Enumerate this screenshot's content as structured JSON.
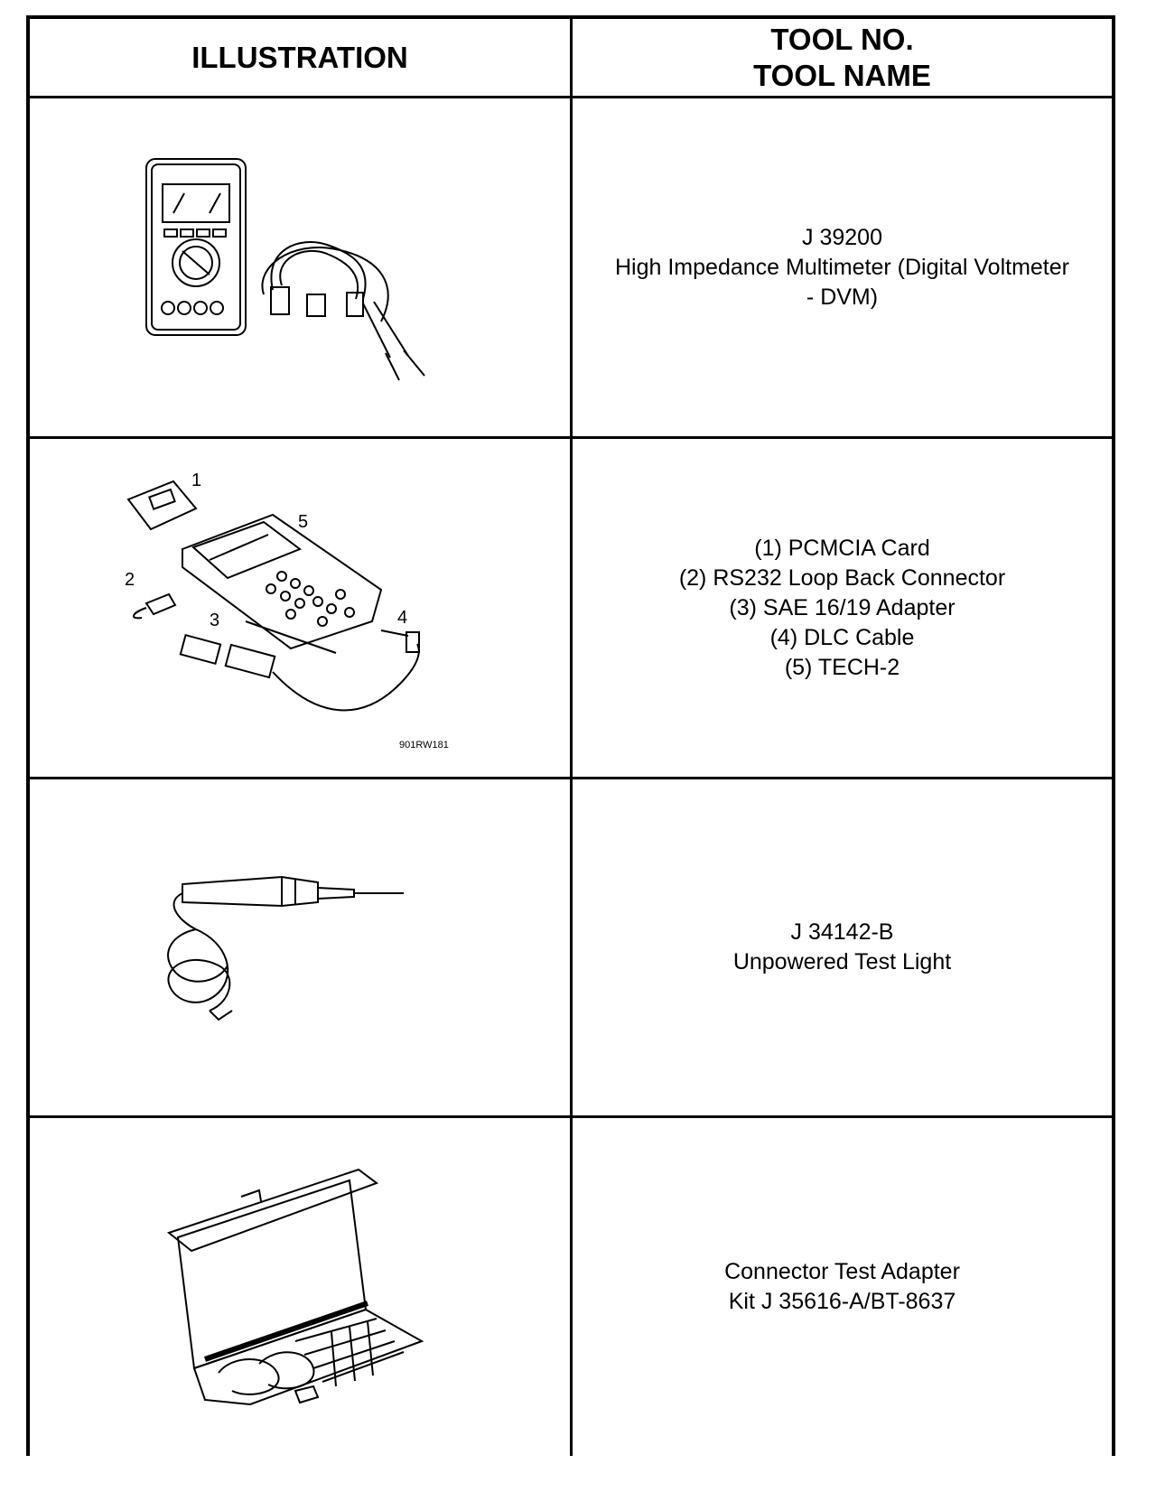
{
  "header": {
    "illustration": "ILLUSTRATION",
    "tool_no": "TOOL NO.",
    "tool_name": "TOOL NAME"
  },
  "rows": [
    {
      "lines": [
        "J 39200",
        "High Impedance Multimeter (Digital Voltmeter",
        "- DVM)"
      ]
    },
    {
      "callouts": [
        "1",
        "2",
        "3",
        "4",
        "5"
      ],
      "figure_code": "901RW181",
      "lines": [
        "(1) PCMCIA Card",
        "(2) RS232 Loop Back Connector",
        "(3) SAE 16/19 Adapter",
        "(4) DLC Cable",
        "(5) TECH-2"
      ]
    },
    {
      "lines": [
        "J 34142-B",
        "Unpowered Test Light"
      ]
    },
    {
      "lines": [
        "Connector Test Adapter",
        "Kit J 35616-A/BT-8637"
      ]
    }
  ]
}
